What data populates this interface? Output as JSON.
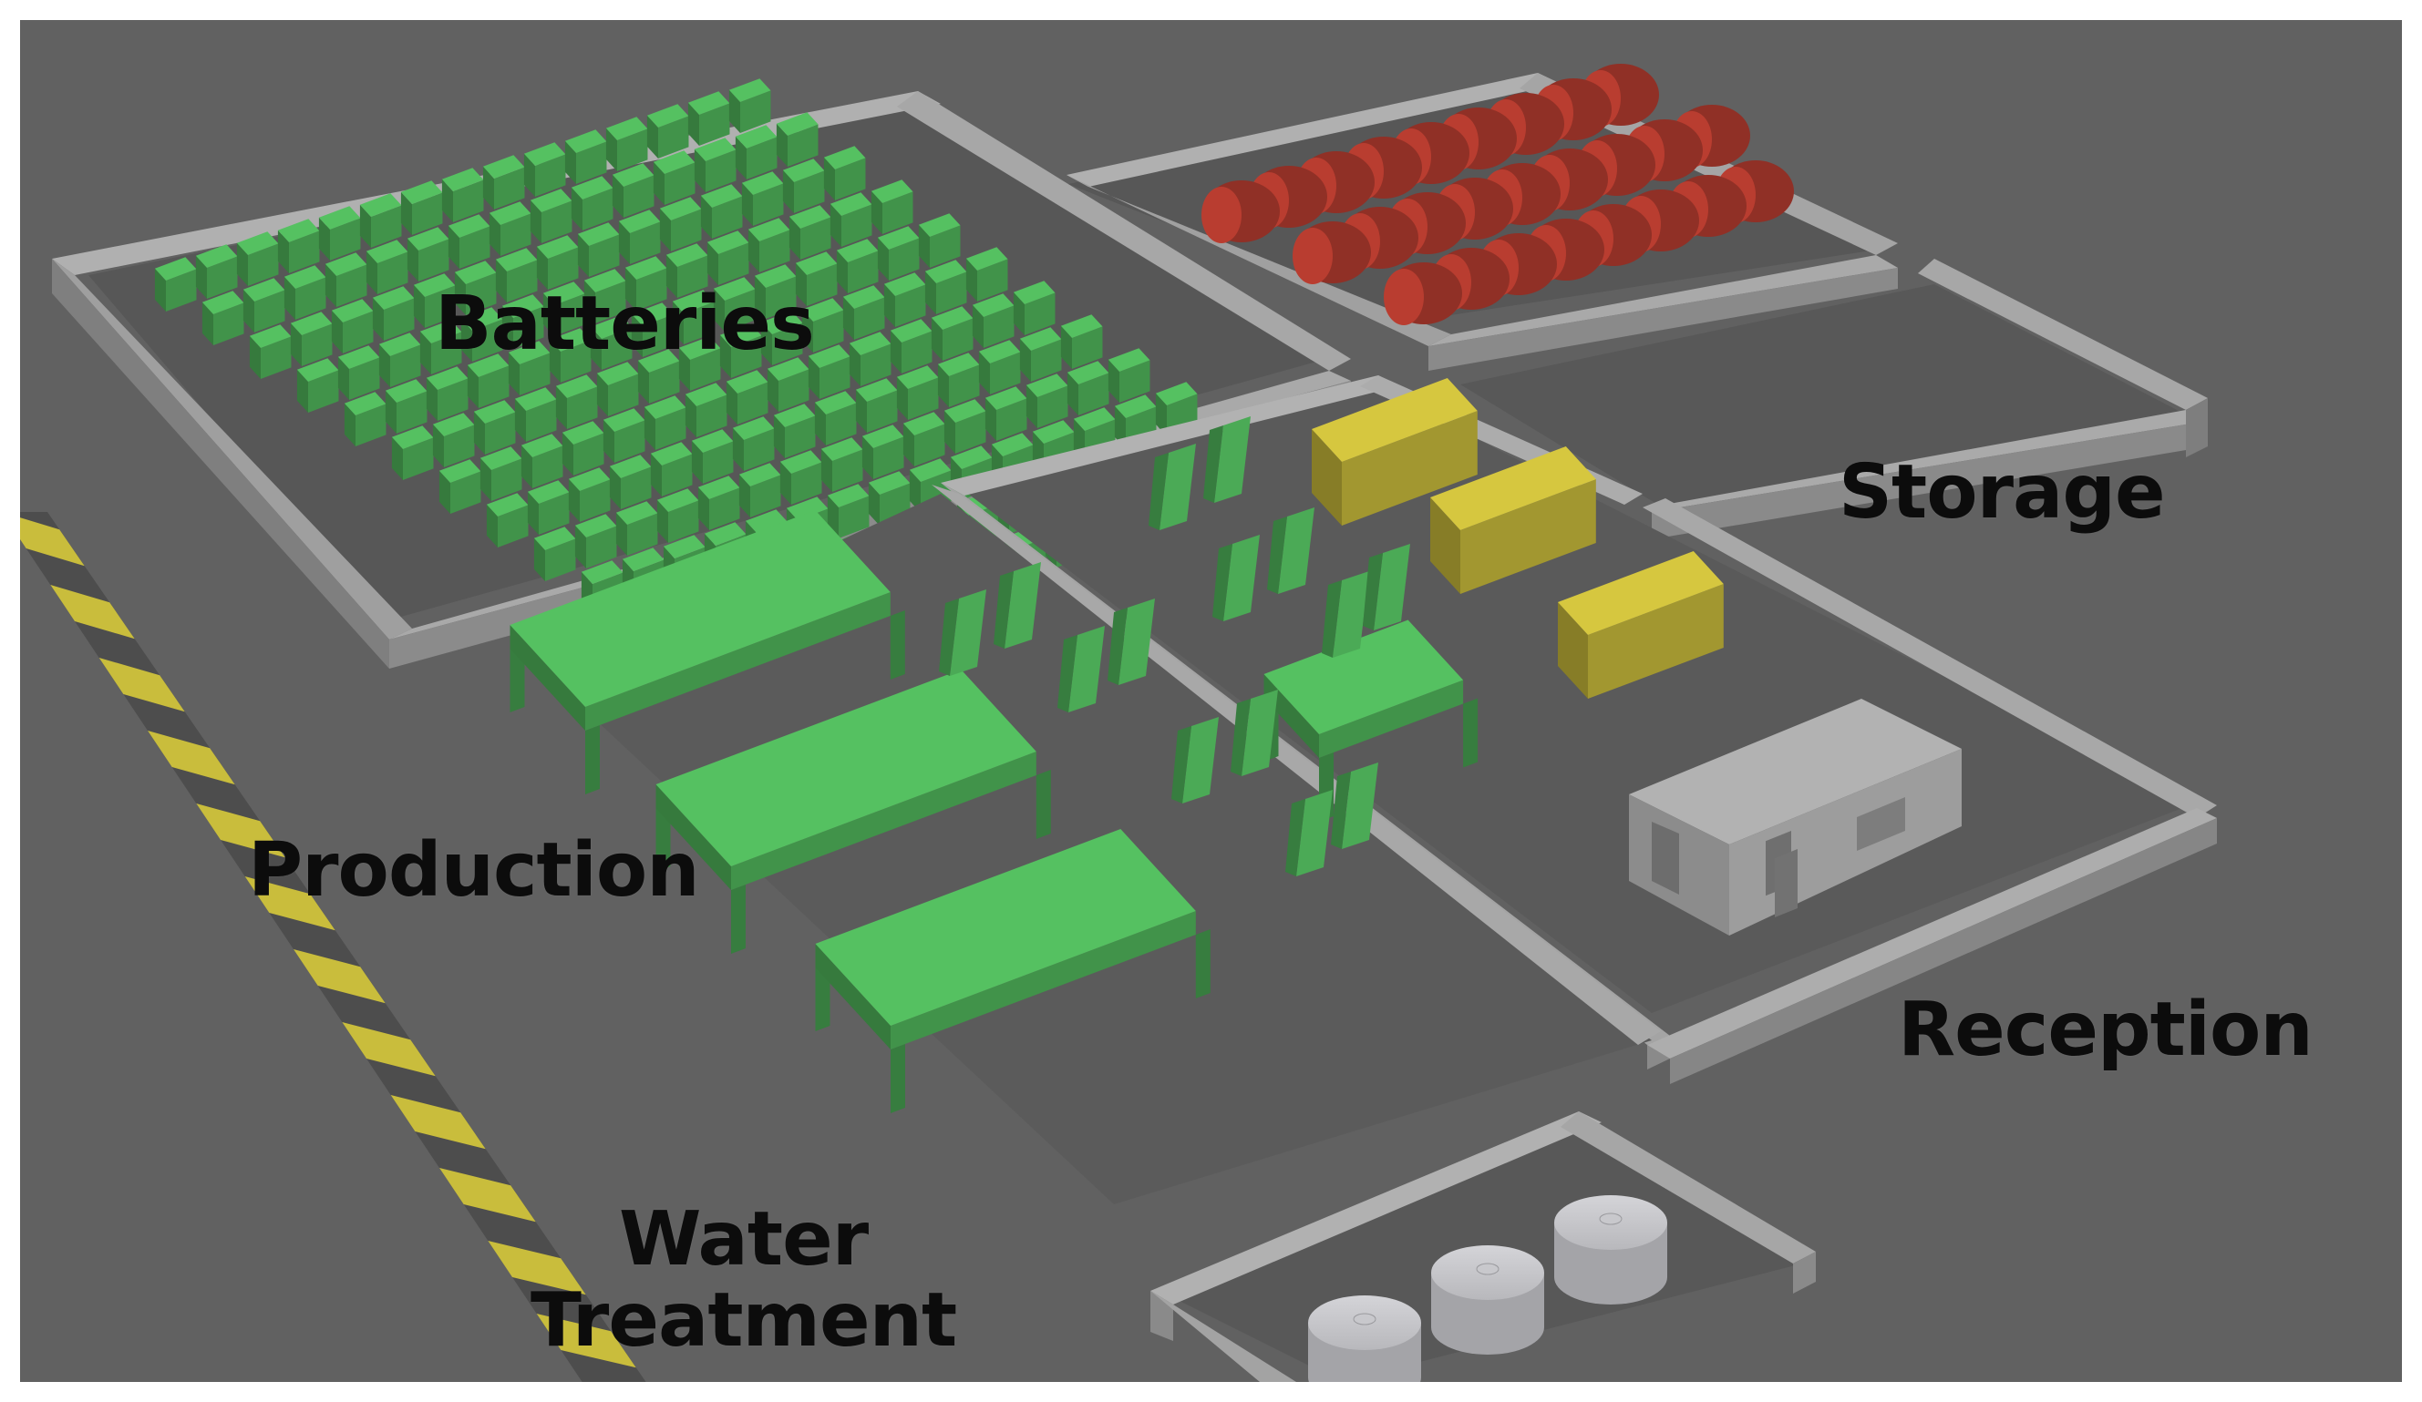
{
  "zones": {
    "batteries": "Batteries",
    "storage": "Storage",
    "production": "Production",
    "reception": "Reception",
    "water_line1": "Water",
    "water_line2": "Treatment"
  },
  "colors": {
    "ground": "#5f5f5f",
    "wall": "#a3a3a3",
    "battery_green": "#4fb35a",
    "barrel_red": "#b03a2e",
    "container_yellow": "#c6b83a",
    "building_grey": "#9b9b9b",
    "tank_grey": "#b9b9bd",
    "hazard_yellow": "#c9bd3c",
    "hazard_dark": "#4a4a4a"
  },
  "icons": {
    "battery": "battery-cell-icon",
    "barrel": "barrel-icon",
    "container": "container-icon",
    "tank": "water-tank-icon"
  }
}
